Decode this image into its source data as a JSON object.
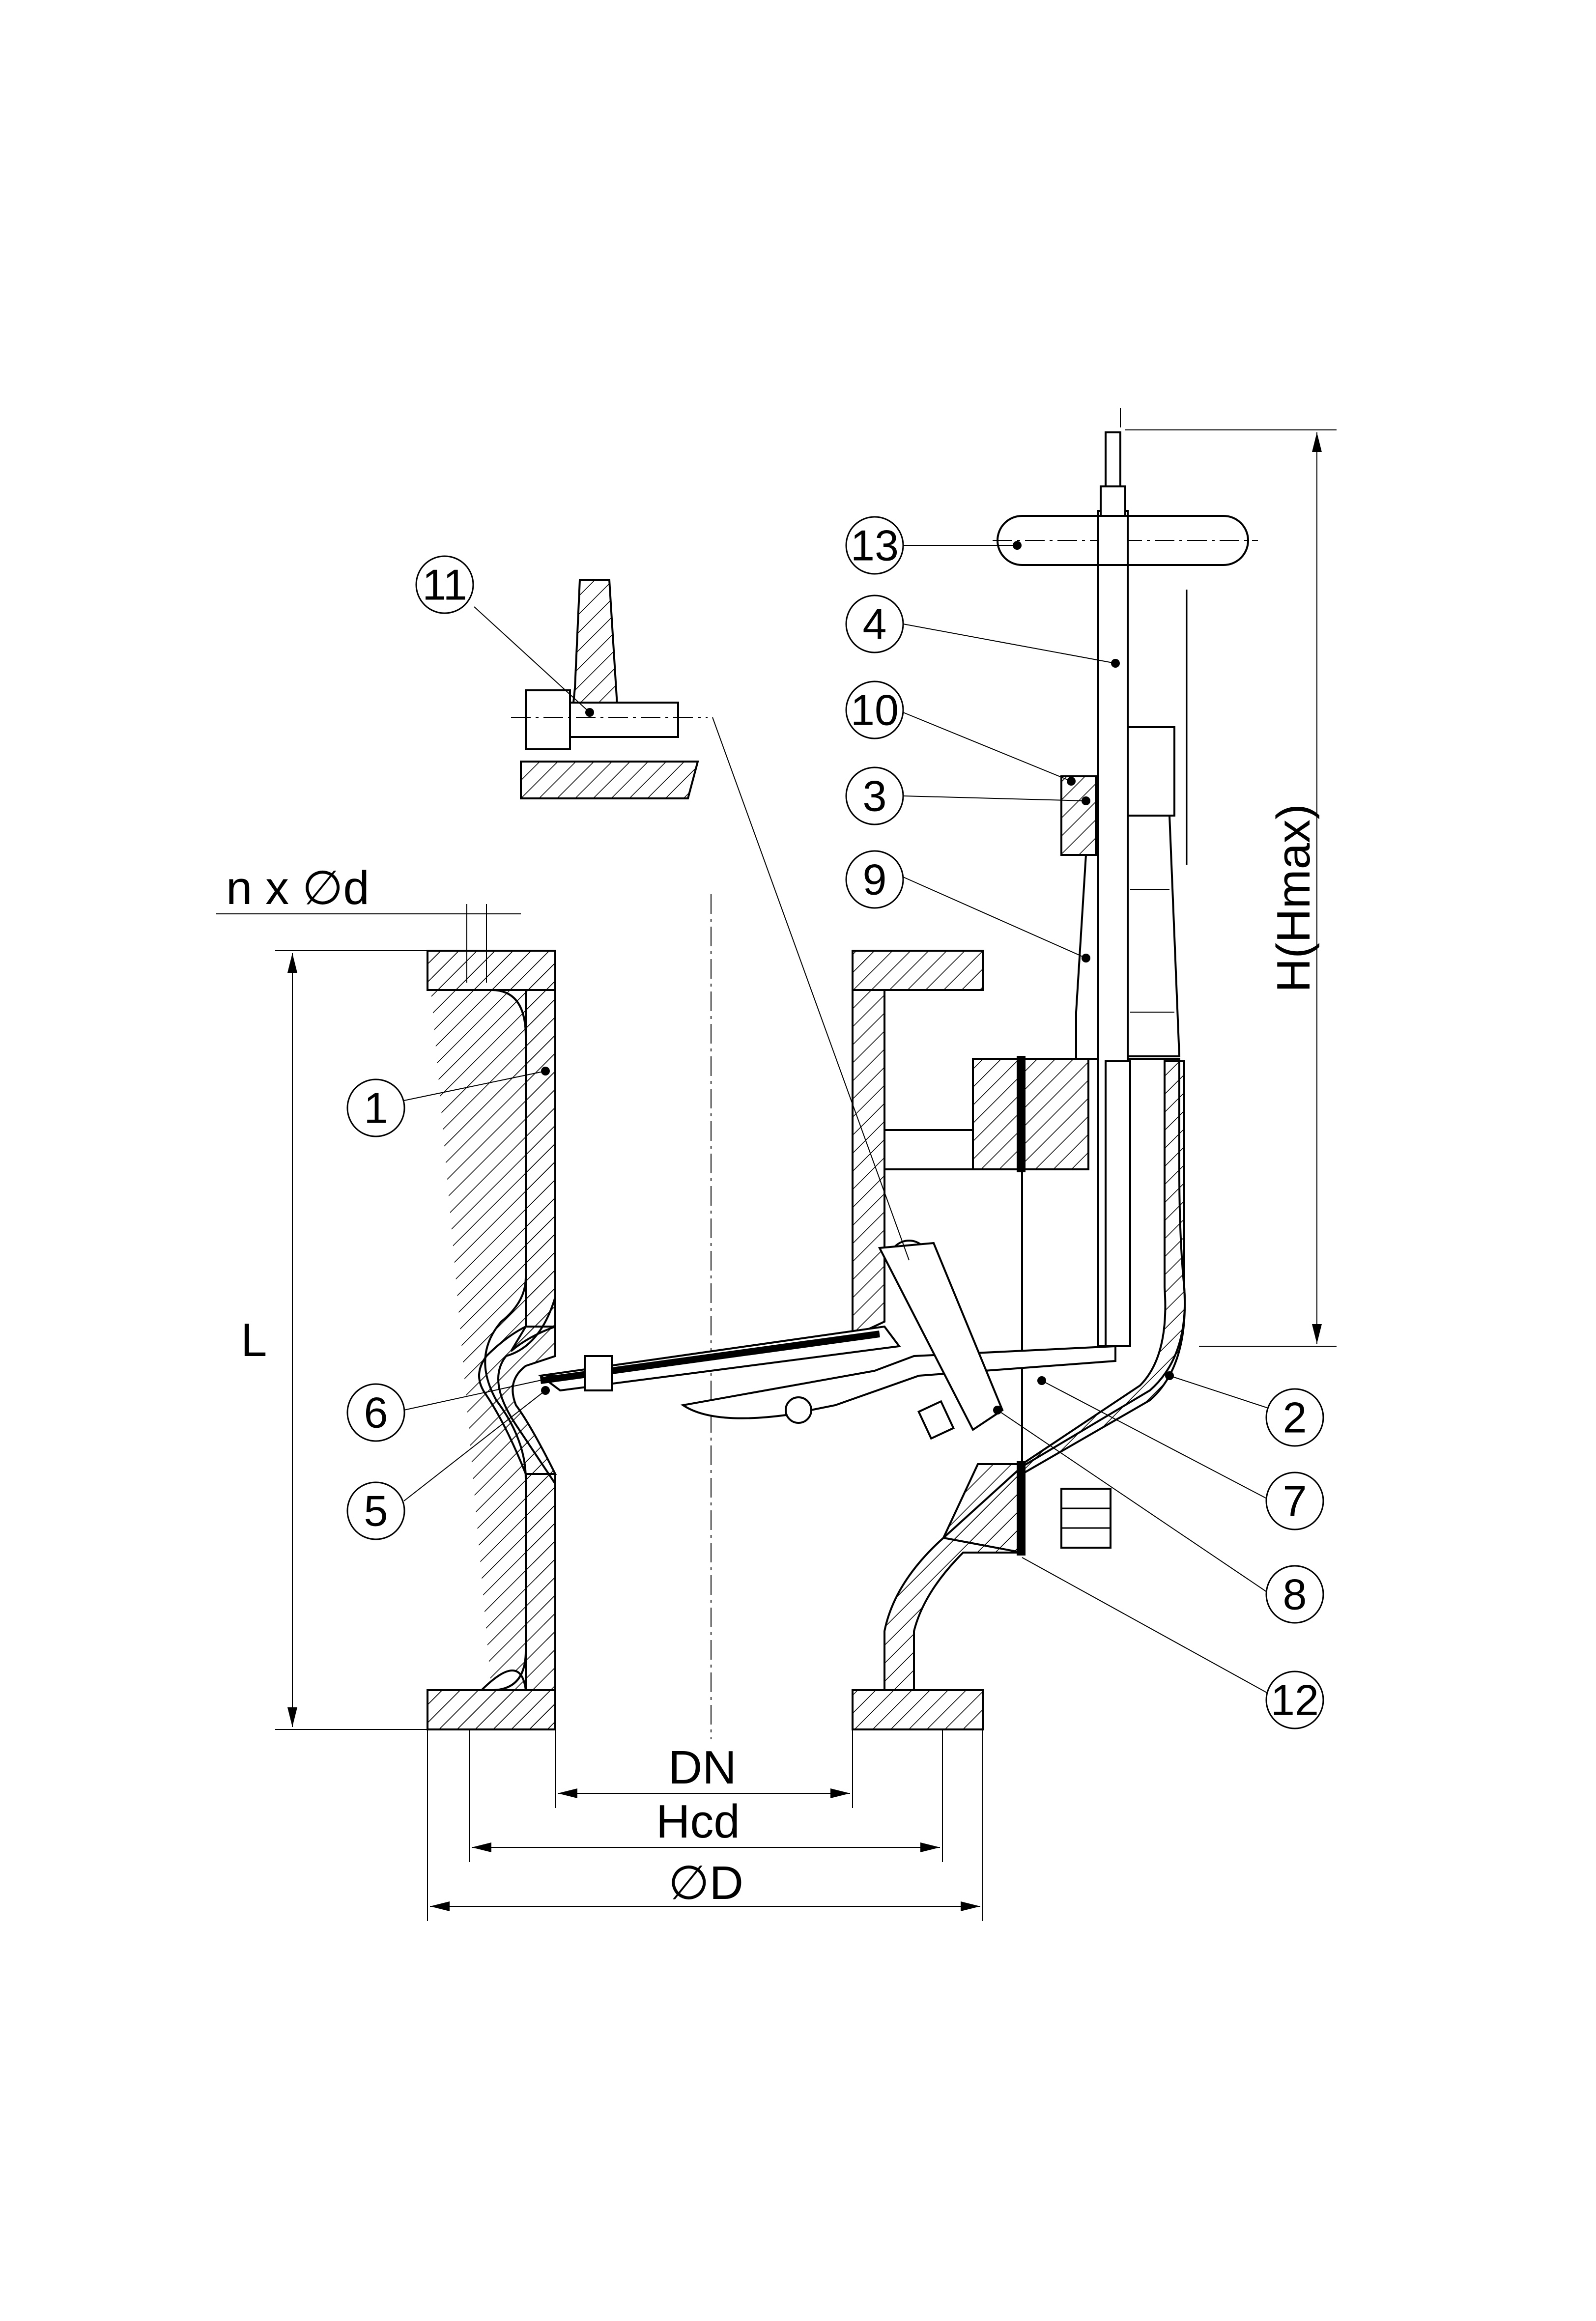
{
  "dimensions": {
    "n_d": "n x ∅d",
    "L": "L",
    "H": "H(Hmax)",
    "DN": "DN",
    "Hcd": "Hcd",
    "D": "∅D"
  },
  "callouts": [
    "1",
    "2",
    "3",
    "4",
    "5",
    "6",
    "7",
    "8",
    "9",
    "10",
    "11",
    "12",
    "13"
  ]
}
